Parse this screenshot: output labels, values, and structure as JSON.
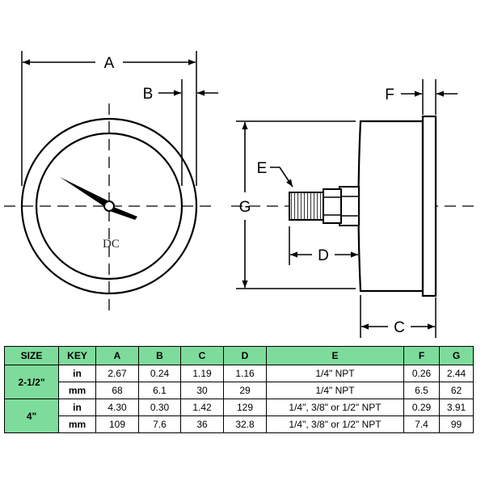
{
  "diagram": {
    "labels": {
      "A": "A",
      "B": "B",
      "C": "C",
      "D": "D",
      "E": "E",
      "F": "F",
      "G": "G",
      "center": "DC"
    },
    "colors": {
      "line": "#000000",
      "table_header": "#7ddc9b"
    }
  },
  "table": {
    "headers": [
      "SIZE",
      "KEY",
      "A",
      "B",
      "C",
      "D",
      "E",
      "F",
      "G"
    ],
    "groups": [
      {
        "size": "2-1/2\"",
        "rows": [
          {
            "unit": "in",
            "values": [
              "2.67",
              "0.24",
              "1.19",
              "1.16",
              "1/4\" NPT",
              "0.26",
              "2.44"
            ]
          },
          {
            "unit": "mm",
            "values": [
              "68",
              "6.1",
              "30",
              "29",
              "1/4\" NPT",
              "6.5",
              "62"
            ]
          }
        ]
      },
      {
        "size": "4\"",
        "rows": [
          {
            "unit": "in",
            "values": [
              "4.30",
              "0.30",
              "1.42",
              "129",
              "1/4\", 3/8\" or 1/2\" NPT",
              "0.29",
              "3.91"
            ]
          },
          {
            "unit": "mm",
            "values": [
              "109",
              "7.6",
              "36",
              "32.8",
              "1/4\", 3/8\" or 1/2\" NPT",
              "7.4",
              "99"
            ]
          }
        ]
      }
    ]
  }
}
